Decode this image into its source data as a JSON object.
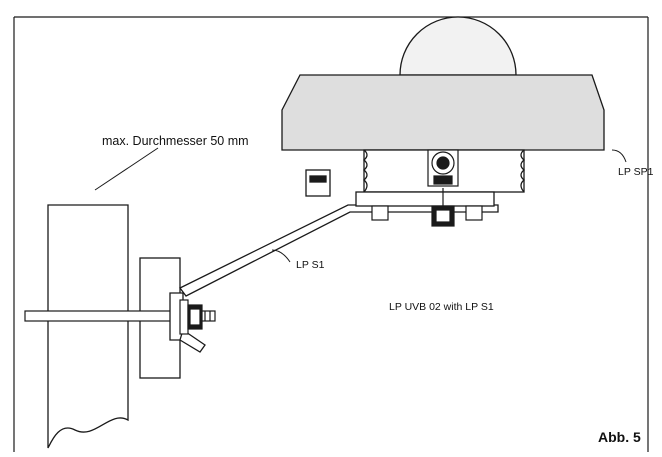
{
  "labels": {
    "diameter": "max. Durchmesser 50 mm",
    "shield": "LP SP1",
    "bracket": "LP S1",
    "caption": "LP UVB 02 with LP S1",
    "figure": "Abb. 5"
  },
  "colors": {
    "line": "#1a1a1a",
    "shield_fill": "#dedede",
    "dome_fill": "#f2f2f2",
    "paper": "#ffffff"
  }
}
